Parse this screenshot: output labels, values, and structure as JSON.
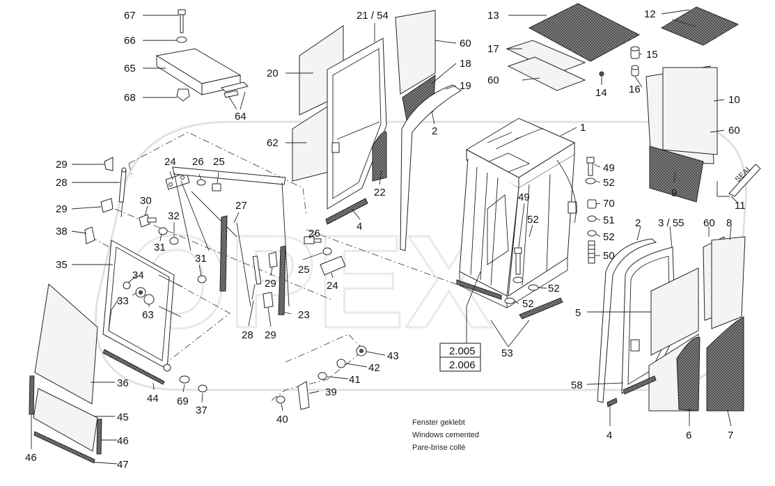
{
  "watermark": "OPEX",
  "labels": [
    {
      "id": "67",
      "text": "67"
    },
    {
      "id": "66",
      "text": "66"
    },
    {
      "id": "65",
      "text": "65"
    },
    {
      "id": "68",
      "text": "68"
    },
    {
      "id": "64",
      "text": "64"
    },
    {
      "id": "21_54",
      "text": "21 / 54"
    },
    {
      "id": "20",
      "text": "20"
    },
    {
      "id": "62",
      "text": "62"
    },
    {
      "id": "60a",
      "text": "60"
    },
    {
      "id": "18",
      "text": "18"
    },
    {
      "id": "19",
      "text": "19"
    },
    {
      "id": "2a",
      "text": "2"
    },
    {
      "id": "22",
      "text": "22"
    },
    {
      "id": "4a",
      "text": "4"
    },
    {
      "id": "13",
      "text": "13"
    },
    {
      "id": "17",
      "text": "17"
    },
    {
      "id": "60b",
      "text": "60"
    },
    {
      "id": "14",
      "text": "14"
    },
    {
      "id": "12",
      "text": "12"
    },
    {
      "id": "15",
      "text": "15"
    },
    {
      "id": "16",
      "text": "16"
    },
    {
      "id": "10",
      "text": "10"
    },
    {
      "id": "60c",
      "text": "60"
    },
    {
      "id": "9",
      "text": "9"
    },
    {
      "id": "11",
      "text": "11"
    },
    {
      "id": "1",
      "text": "1"
    },
    {
      "id": "49a",
      "text": "49"
    },
    {
      "id": "52a",
      "text": "52"
    },
    {
      "id": "49b",
      "text": "49"
    },
    {
      "id": "70",
      "text": "70"
    },
    {
      "id": "51",
      "text": "51"
    },
    {
      "id": "52b",
      "text": "52"
    },
    {
      "id": "52c",
      "text": "52"
    },
    {
      "id": "50",
      "text": "50"
    },
    {
      "id": "52d",
      "text": "52"
    },
    {
      "id": "52e",
      "text": "52"
    },
    {
      "id": "29a",
      "text": "29"
    },
    {
      "id": "28a",
      "text": "28"
    },
    {
      "id": "29b",
      "text": "29"
    },
    {
      "id": "24a",
      "text": "24"
    },
    {
      "id": "26a",
      "text": "26"
    },
    {
      "id": "25a",
      "text": "25"
    },
    {
      "id": "30",
      "text": "30"
    },
    {
      "id": "32",
      "text": "32"
    },
    {
      "id": "31a",
      "text": "31"
    },
    {
      "id": "27",
      "text": "27"
    },
    {
      "id": "38",
      "text": "38"
    },
    {
      "id": "35",
      "text": "35"
    },
    {
      "id": "34",
      "text": "34"
    },
    {
      "id": "33",
      "text": "33"
    },
    {
      "id": "63",
      "text": "63"
    },
    {
      "id": "31b",
      "text": "31"
    },
    {
      "id": "26b",
      "text": "26"
    },
    {
      "id": "25b",
      "text": "25"
    },
    {
      "id": "24b",
      "text": "24"
    },
    {
      "id": "29c",
      "text": "29"
    },
    {
      "id": "28b",
      "text": "28"
    },
    {
      "id": "29d",
      "text": "29"
    },
    {
      "id": "23",
      "text": "23"
    },
    {
      "id": "36",
      "text": "36"
    },
    {
      "id": "44",
      "text": "44"
    },
    {
      "id": "69",
      "text": "69"
    },
    {
      "id": "37",
      "text": "37"
    },
    {
      "id": "45",
      "text": "45"
    },
    {
      "id": "46a",
      "text": "46"
    },
    {
      "id": "46b",
      "text": "46"
    },
    {
      "id": "47",
      "text": "47"
    },
    {
      "id": "43",
      "text": "43"
    },
    {
      "id": "42",
      "text": "42"
    },
    {
      "id": "41",
      "text": "41"
    },
    {
      "id": "39",
      "text": "39"
    },
    {
      "id": "40",
      "text": "40"
    },
    {
      "id": "53",
      "text": "53"
    },
    {
      "id": "ref1",
      "text": "2.005"
    },
    {
      "id": "ref2",
      "text": "2.006"
    },
    {
      "id": "2b",
      "text": "2"
    },
    {
      "id": "3_55",
      "text": "3 / 55"
    },
    {
      "id": "60d",
      "text": "60"
    },
    {
      "id": "8",
      "text": "8"
    },
    {
      "id": "5",
      "text": "5"
    },
    {
      "id": "58",
      "text": "58"
    },
    {
      "id": "4b",
      "text": "4"
    },
    {
      "id": "6",
      "text": "6"
    },
    {
      "id": "7",
      "text": "7"
    }
  ],
  "seal_text": "SEAL",
  "notes": [
    "Fenster geklebt",
    "Windows cemented",
    "Pare-brise collé"
  ]
}
